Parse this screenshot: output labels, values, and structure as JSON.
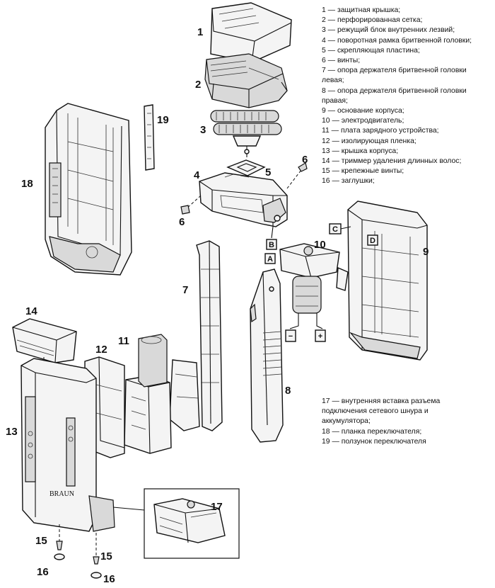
{
  "legend_top": [
    "1 — защитная крышка;",
    "2 — перфорированная сетка;",
    "3 — режущий блок внутренних лезвий;",
    "4 — поворотная рамка бритвенной головки;",
    "5 — скрепляющая пластина;",
    "6 — винты;",
    "7 — опора держателя бритвенной головки",
    "левая;",
    "8 — опора держателя бритвенной головки",
    "правая;",
    "9 — основание корпуса;",
    "10 — электродвигатель;",
    "11 — плата зарядного устройства;",
    "12 — изолирующая пленка;",
    "13 — крышка корпуса;",
    "14 — триммер удаления длинных волос;",
    "15 — крепежные винты;",
    "16 — заглушки;"
  ],
  "legend_bottom": [
    "17 — внутренняя вставка разъема",
    "подключения сетевого шнура и",
    "аккумулятора;",
    "18 — планка переключателя;",
    "19 — ползунок переключателя"
  ],
  "part_numbers": {
    "n1": "1",
    "n2": "2",
    "n3": "3",
    "n4": "4",
    "n5": "5",
    "n6a": "6",
    "n6b": "6",
    "n7": "7",
    "n8": "8",
    "n9": "9",
    "n10": "10",
    "n11": "11",
    "n12": "12",
    "n13": "13",
    "n14": "14",
    "n15a": "15",
    "n15b": "15",
    "n16a": "16",
    "n16b": "16",
    "n17": "17",
    "n18": "18",
    "n19": "19"
  },
  "connector_letters": {
    "a": "A",
    "b": "B",
    "c": "C",
    "d": "D"
  },
  "motor_terminals": {
    "minus": "−",
    "plus": "+"
  },
  "brand_logo": "BRAUN"
}
